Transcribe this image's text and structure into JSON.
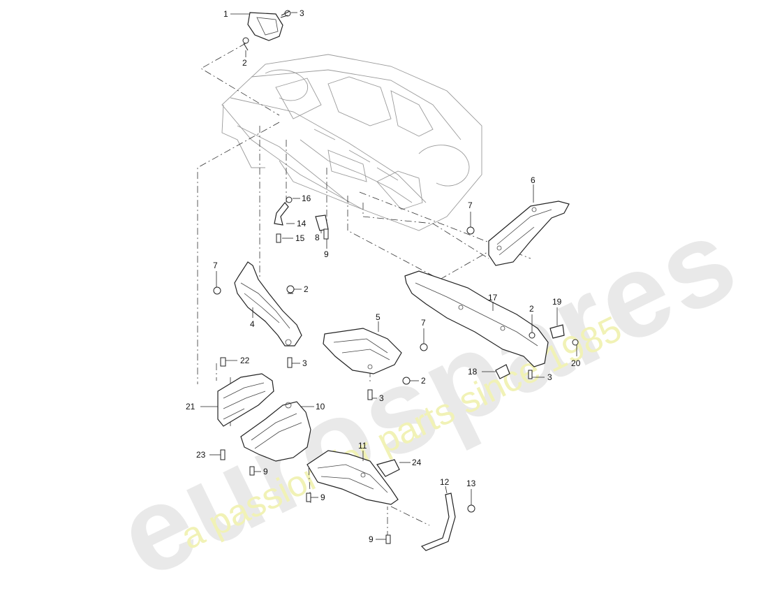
{
  "watermark": {
    "brand": "eurospares",
    "tagline": "a passion for parts since 1985"
  },
  "callouts": [
    {
      "id": "c1",
      "text": "1"
    },
    {
      "id": "c3a",
      "text": "3"
    },
    {
      "id": "c2a",
      "text": "2"
    },
    {
      "id": "c6",
      "text": "6"
    },
    {
      "id": "c7a",
      "text": "7"
    },
    {
      "id": "c16",
      "text": "16"
    },
    {
      "id": "c14",
      "text": "14"
    },
    {
      "id": "c15",
      "text": "15"
    },
    {
      "id": "c8",
      "text": "8"
    },
    {
      "id": "c9a",
      "text": "9"
    },
    {
      "id": "c7b",
      "text": "7"
    },
    {
      "id": "c2b",
      "text": "2"
    },
    {
      "id": "c17",
      "text": "17"
    },
    {
      "id": "c19",
      "text": "19"
    },
    {
      "id": "c2c",
      "text": "2"
    },
    {
      "id": "c4",
      "text": "4"
    },
    {
      "id": "c5",
      "text": "5"
    },
    {
      "id": "c7c",
      "text": "7"
    },
    {
      "id": "c3b",
      "text": "3"
    },
    {
      "id": "c20",
      "text": "20"
    },
    {
      "id": "c22",
      "text": "22"
    },
    {
      "id": "c18",
      "text": "18"
    },
    {
      "id": "c3c",
      "text": "3"
    },
    {
      "id": "c2d",
      "text": "2"
    },
    {
      "id": "c3d",
      "text": "3"
    },
    {
      "id": "c21",
      "text": "21"
    },
    {
      "id": "c10",
      "text": "10"
    },
    {
      "id": "c23",
      "text": "23"
    },
    {
      "id": "c9b",
      "text": "9"
    },
    {
      "id": "c11",
      "text": "11"
    },
    {
      "id": "c24",
      "text": "24"
    },
    {
      "id": "c12",
      "text": "12"
    },
    {
      "id": "c13",
      "text": "13"
    },
    {
      "id": "c9c",
      "text": "9"
    },
    {
      "id": "c9d",
      "text": "9"
    }
  ]
}
